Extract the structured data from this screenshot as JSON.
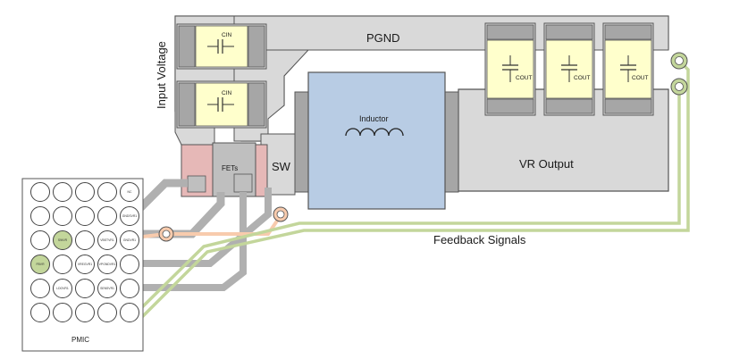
{
  "labels": {
    "input_voltage": "Input Voltage",
    "pgnd": "PGND",
    "cin_top": "CIN",
    "cin_bottom": "CIN",
    "fets": "FETs",
    "sw": "SW",
    "inductor": "Inductor",
    "vr_output": "VR Output",
    "cout_1": "COUT",
    "cout_2": "COUT",
    "cout_3": "COUT",
    "feedback_signals": "Feedback Signals",
    "pmic": "PMIC"
  },
  "pmic_pins": {
    "nc": "NC",
    "p1_4": "GNDSVR1",
    "p2_4": "GNDVR1",
    "p3_1": "SWVR",
    "p3_3": "VBSTVR1",
    "p3_4": "GNDVR1",
    "p4_0": "FBVR",
    "p4_2": "VREGVR1",
    "p4_3": "VPGNDVR1",
    "p5_1": "LDOVR1",
    "p5_3": "SENSVR1"
  },
  "colors": {
    "copper_gray": "#d9d9d9",
    "outline": "#555555",
    "cap_body": "#ffffcc",
    "inductor_body": "#b8cce4",
    "fet_red": "#e6b8b7",
    "feedback_green": "#c3d69b",
    "gate_trace": "#f8cbad"
  }
}
